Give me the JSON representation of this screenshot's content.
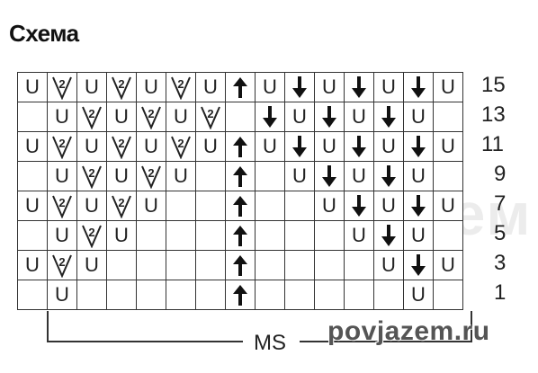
{
  "title": "Схема",
  "footer_label": "MS",
  "watermark": "povjazem.ru",
  "rows": [
    {
      "number": "15",
      "cells": [
        "U",
        "dec",
        "U",
        "dec",
        "U",
        "dec",
        "U",
        "up",
        "U",
        "down",
        "U",
        "down",
        "U",
        "down",
        "U"
      ]
    },
    {
      "number": "13",
      "cells": [
        "",
        "U",
        "dec",
        "U",
        "dec",
        "U",
        "dec",
        "",
        "down",
        "U",
        "down",
        "U",
        "down",
        "U",
        ""
      ]
    },
    {
      "number": "11",
      "cells": [
        "U",
        "dec",
        "U",
        "dec",
        "U",
        "dec",
        "U",
        "up",
        "U",
        "down",
        "U",
        "down",
        "U",
        "down",
        "U"
      ]
    },
    {
      "number": "9",
      "cells": [
        "",
        "U",
        "dec",
        "U",
        "dec",
        "U",
        "",
        "up",
        "",
        "U",
        "down",
        "U",
        "down",
        "U",
        ""
      ]
    },
    {
      "number": "7",
      "cells": [
        "U",
        "dec",
        "U",
        "dec",
        "U",
        "",
        "",
        "up",
        "",
        "",
        "U",
        "down",
        "U",
        "down",
        "U"
      ]
    },
    {
      "number": "5",
      "cells": [
        "",
        "U",
        "dec",
        "U",
        "",
        "",
        "",
        "up",
        "",
        "",
        "",
        "U",
        "down",
        "U",
        ""
      ]
    },
    {
      "number": "3",
      "cells": [
        "U",
        "dec",
        "U",
        "",
        "",
        "",
        "",
        "up",
        "",
        "",
        "",
        "",
        "U",
        "down",
        "U"
      ]
    },
    {
      "number": "1",
      "cells": [
        "",
        "U",
        "",
        "",
        "",
        "",
        "",
        "up",
        "",
        "",
        "",
        "",
        "",
        "U",
        ""
      ]
    }
  ]
}
